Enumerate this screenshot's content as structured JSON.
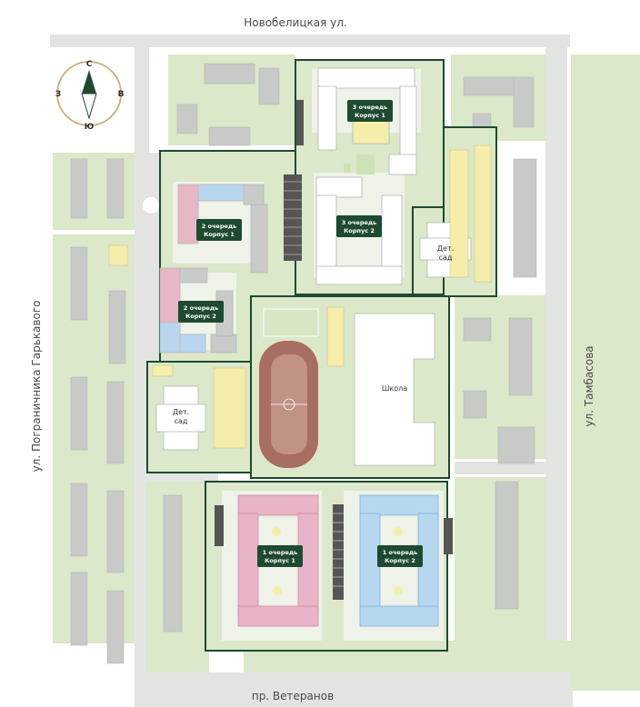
{
  "streets": {
    "top": "Новобелицкая ул.",
    "bottom": "пр. Ветеранов",
    "left": "ул. Пограничника Гарькавого",
    "right": "ул. Тамбасова"
  },
  "compass": {
    "north": "С",
    "south": "Ю",
    "west": "З",
    "east": "В"
  },
  "buildings": {
    "q3k1": {
      "line1": "3 очередь",
      "line2": "Корпус 1"
    },
    "q3k2": {
      "line1": "3 очередь",
      "line2": "Корпус 2"
    },
    "q2k1": {
      "line1": "2 очередь",
      "line2": "Корпус 1"
    },
    "q2k2": {
      "line1": "2 очередь",
      "line2": "Корпус 2"
    },
    "q1k1": {
      "line1": "1 очередь",
      "line2": "Корпус 1"
    },
    "q1k2": {
      "line1": "1 очередь",
      "line2": "Корпус 2"
    }
  },
  "facilities": {
    "kindergarten_east": {
      "line1": "Дет.",
      "line2": "сад"
    },
    "kindergarten_west": {
      "line1": "Дет.",
      "line2": "сад"
    },
    "school": "Школа"
  },
  "colors": {
    "border": "#1e4a30",
    "tag": "#1e4a30",
    "grass": "#d7e6c4",
    "road": "#e3e5e3",
    "building_grey": "#c9cbc9",
    "building_white": "#ffffff",
    "phase3": "#f4eeaa",
    "phase2_pink": "#e7b7c6",
    "phase2_blue": "#b9d6ee",
    "phase1_pink": "#e9b4c7",
    "phase1_blue": "#b6d7f0",
    "track": "#a96e63"
  }
}
